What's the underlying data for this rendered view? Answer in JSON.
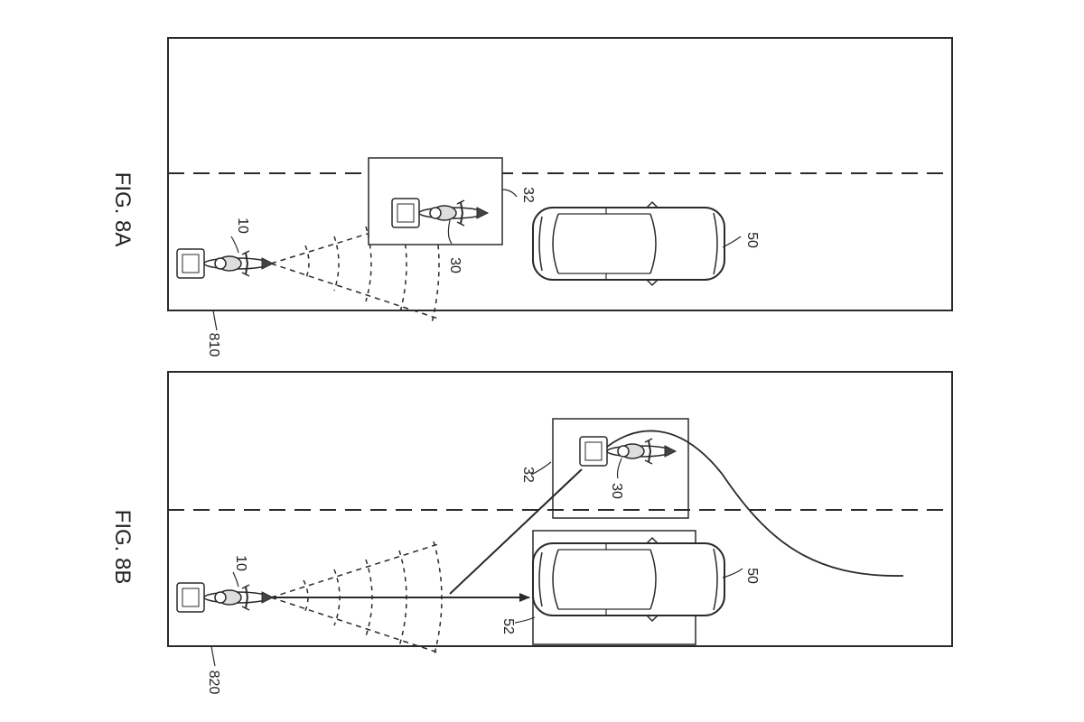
{
  "figures": [
    {
      "id": "8A",
      "label": "FIG. 8A",
      "ref_road": "810",
      "ref_rider": "10",
      "ref_detected_motorcycle": "30",
      "ref_detection_box": "32",
      "ref_car": "50"
    },
    {
      "id": "8B",
      "label": "FIG. 8B",
      "ref_road": "820",
      "ref_rider": "10",
      "ref_detected_motorcycle": "30",
      "ref_detection_box": "32",
      "ref_car": "50",
      "ref_car_box": "52"
    }
  ],
  "colors": {
    "line": "#2a2a2a",
    "background": "#ffffff"
  }
}
